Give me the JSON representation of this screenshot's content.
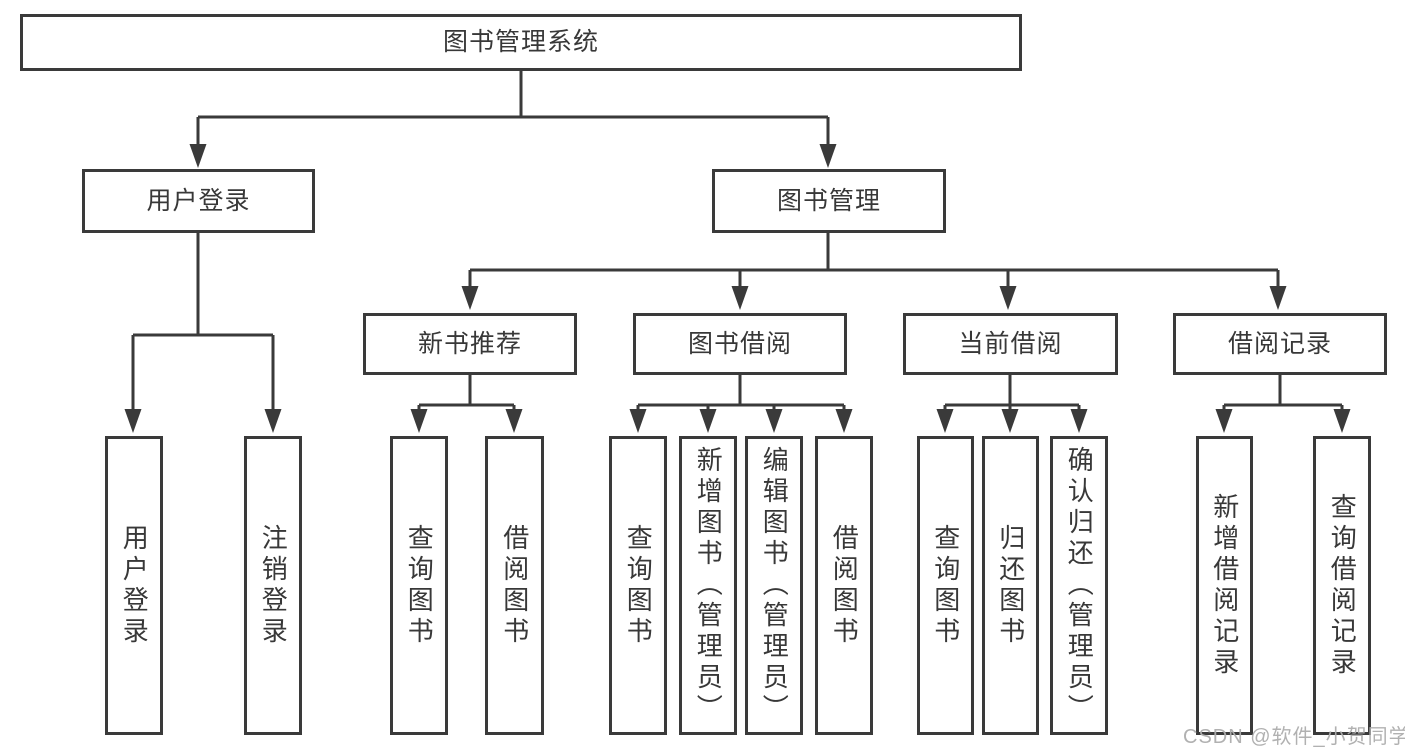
{
  "diagram": {
    "type": "tree-diagram",
    "watermark": "CSDN @软件_小贺同学",
    "colors": {
      "line": "#3a3a3a",
      "box_border": "#3a3a3a",
      "text": "#383838",
      "background": "#ffffff",
      "watermark": "#adadad"
    },
    "tree": {
      "label": "图书管理系统",
      "children": [
        {
          "label": "用户登录",
          "children": [
            {
              "label": "用户登录"
            },
            {
              "label": "注销登录"
            }
          ]
        },
        {
          "label": "图书管理",
          "children": [
            {
              "label": "新书推荐",
              "children": [
                {
                  "label": "查询图书"
                },
                {
                  "label": "借阅图书"
                }
              ]
            },
            {
              "label": "图书借阅",
              "children": [
                {
                  "label": "查询图书"
                },
                {
                  "label": "新增图书（管理员）"
                },
                {
                  "label": "编辑图书（管理员）"
                },
                {
                  "label": "借阅图书"
                }
              ]
            },
            {
              "label": "当前借阅",
              "children": [
                {
                  "label": "查询图书"
                },
                {
                  "label": "归还图书"
                },
                {
                  "label": "确认归还（管理员）"
                }
              ]
            },
            {
              "label": "借阅记录",
              "children": [
                {
                  "label": "新增借阅记录"
                },
                {
                  "label": "查询借阅记录"
                }
              ]
            }
          ]
        }
      ]
    }
  }
}
